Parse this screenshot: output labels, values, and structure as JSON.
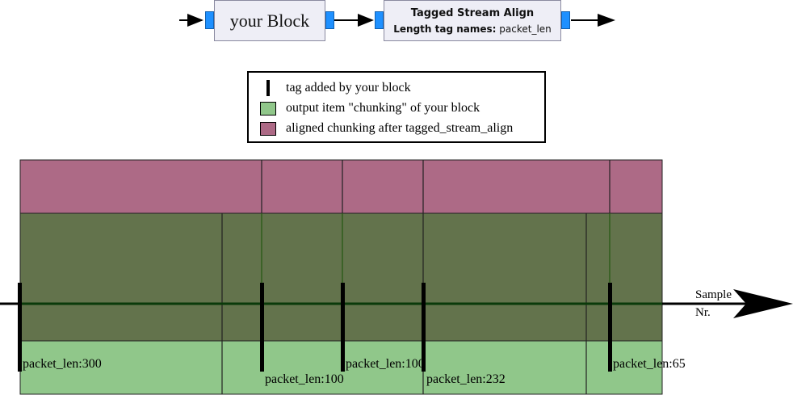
{
  "flowgraph": {
    "your_block_label": "your Block",
    "align_block_title": "Tagged Stream Align",
    "align_param_label": "Length tag names:",
    "align_param_value": "packet_len"
  },
  "legend": {
    "tag_label": "tag added by your block",
    "output_label": "output item \"chunking\" of your block",
    "aligned_label": "aligned chunking after tagged_stream_align"
  },
  "axis": {
    "label_line1": "Sample",
    "label_line2": "Nr."
  },
  "colors": {
    "aligned": "#ad6a86",
    "output": "#90c78a",
    "overlap": "#63734c",
    "port": "#1e90ff"
  },
  "tags": [
    {
      "label": "packet_len:300"
    },
    {
      "label": "packet_len:100"
    },
    {
      "label": "packet_len:100"
    },
    {
      "label": "packet_len:232"
    },
    {
      "label": "packet_len:65"
    }
  ]
}
